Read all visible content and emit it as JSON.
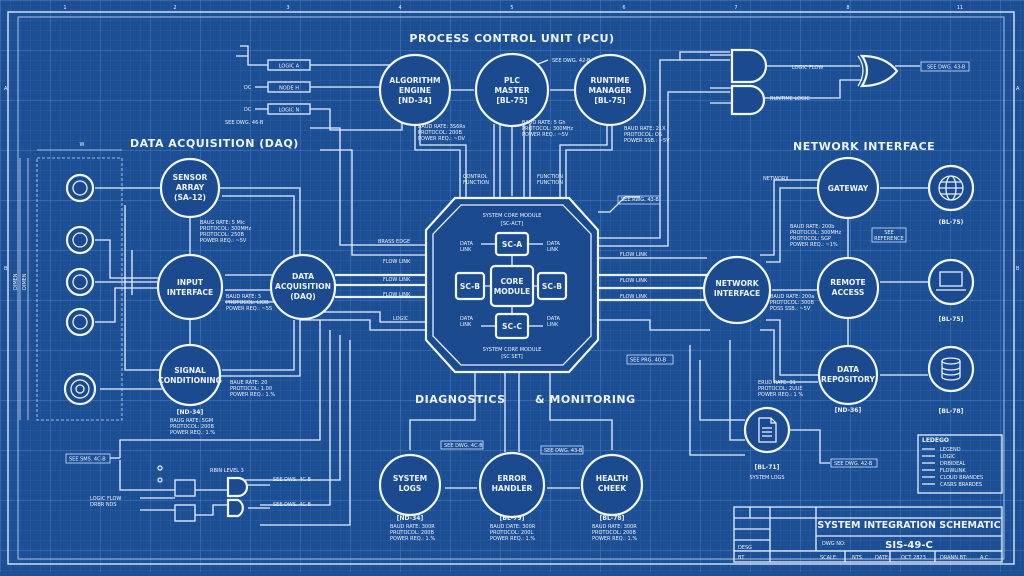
{
  "title": "PROCESS CONTROL UNIT (PCU)",
  "sections": {
    "daq": "DATA ACQUISITION (DAQ)",
    "network": "NETWORK INTERFACE",
    "diag1": "DIAGNOSTICS",
    "diag2": "& MONITORING"
  },
  "grid_numbers": [
    "1",
    "2",
    "3",
    "4",
    "5",
    "6",
    "7",
    "8",
    "11"
  ],
  "grid_letters": [
    "A",
    "B"
  ],
  "pcu_nodes": [
    {
      "lines": [
        "ALGORITHM",
        "ENGINE",
        "[ND-34]"
      ]
    },
    {
      "lines": [
        "PLC",
        "MASTER",
        "[BL-75]"
      ]
    },
    {
      "lines": [
        "RUNTIME",
        "MANAGER",
        "[BL-75]"
      ]
    }
  ],
  "pcu_specs": [
    [
      "BAUD RATE: 3S6Rs",
      "PROTOCOL: 200B",
      "POWER REQ.: ~DV"
    ],
    [
      "BAUD RATE: 5 Gh",
      "PROTOCOL: 300MHz",
      "POWER REQ.: ~5V"
    ],
    [
      "BAUD RATE: 21X",
      "PROTOCOL: OS",
      "POWER SSB.: ~5V"
    ]
  ],
  "see_plc": "SEE DWG. 42-B",
  "daq_nodes": {
    "sensor": [
      "SENSOR",
      "ARRAY",
      "(SA-12)"
    ],
    "input": [
      "INPUT",
      "INTERFACE"
    ],
    "signal": [
      "SIGNAL",
      "CONDITIONING"
    ],
    "daq": [
      "DATA",
      "ACQUISITION",
      "(DAQ)"
    ]
  },
  "daq_specs": {
    "sensor": [
      "BAUG RATE: 5 Mic",
      "PROTOCOL: 300MHz",
      "PROTOCOL: 250B",
      "POWER REQ.: ~5V"
    ],
    "input": [
      "BAUD RATE: 3",
      "PROTOCOL: LIOB",
      "POWER REQ.: ~5S"
    ],
    "signal": [
      "BAUE RATE: 20",
      "PROTOCOL: 1.00",
      "POWER REQ.: 1.%"
    ]
  },
  "signal_tag": "[ND-34]",
  "signal_specs2": [
    "BAUG RATE: 5GM",
    "PROTOCOL: 200B",
    "POWER REQ.: 1.%"
  ],
  "logic_labels": [
    "LOGIC A",
    "NODE H",
    "LOGIC N"
  ],
  "dc_labels": [
    "DC",
    "DC"
  ],
  "see_46b": "SEE DWG. 46-B",
  "dim_w": "W",
  "dim_v1": "DIMEN",
  "dim_v2": "DIMEN",
  "core": {
    "top": "SYSTEM CORE MODULE",
    "top2": "[SC-ACT]",
    "bottom": "SYSTEM CORE MODULE",
    "bottom2": "[SC SET]",
    "center": [
      "CORE",
      "MODULE"
    ],
    "a": "SC-A",
    "b": "SC-B",
    "c": "SC-C",
    "d": "SC-B",
    "data_link": [
      "DATA",
      "LINK"
    ]
  },
  "flows_left": [
    "BRASS EDGE",
    "FLOW LINK",
    "FLOW LINK",
    "FLOW LINK",
    "LOGIC"
  ],
  "flows_right": [
    "FLOW LINK",
    "FLOW LINK",
    "FLOW LINK"
  ],
  "top_flow": [
    "CONTROL",
    "FUNCTION",
    "FUNCTION",
    "FUNCTION"
  ],
  "see_core": "SEE RWG. 43-B",
  "see_dwg48": "SEE DWG. 43-B",
  "logic_flow": "LOGIC FLOW",
  "runtime_logic": "RUNTIME LOGIC",
  "see_top_right": "SEE DWG. 43-B",
  "net_nodes": {
    "gateway": [
      "GATEWAY"
    ],
    "network": [
      "NETWORK",
      "INTERFACE"
    ],
    "remote": [
      "REMOTE",
      "ACCESS"
    ],
    "repo": [
      "DATA",
      "REPOSITORY"
    ]
  },
  "net_tags": {
    "gateway": "(BL-75)",
    "remote": "[BL-75]",
    "repo": "[BL-78]",
    "repo_node": "[ND-36]"
  },
  "networkx": "NETWORX",
  "net_specs": {
    "gateway": [
      "BAUD RATE: 200b",
      "PROTOCOL: 300MHz",
      "PROTOCOL: SGP",
      "POWER REQ.: ~1%"
    ],
    "network": [
      "BAUD RATE: 200a",
      "PROTOCOL: 300B",
      "POSS SSB.: ~5V"
    ],
    "repo": [
      "ERUD RATE: 31",
      "PROTOCOL: 2UUE",
      "POWER REQ.: 1 %"
    ]
  },
  "see_ref": [
    "SEE",
    "REFERENCE"
  ],
  "see_pro": "SEE PRG. 40-B",
  "doc_tag": "[BL-71]",
  "sys_logs_small": "SYSTEM LOGS",
  "see_dwg_small": "SEE DWG. 42-B",
  "diag_nodes": [
    {
      "lines": [
        "SYSTEM",
        "LOGS"
      ],
      "tag": "[ND-34]"
    },
    {
      "lines": [
        "ERROR",
        "HANDLER"
      ],
      "tag": "[BL-79]"
    },
    {
      "lines": [
        "HEALTH",
        "CHEEK"
      ],
      "tag": "[BL-78]"
    }
  ],
  "diag_specs": [
    [
      "BAUD RATE: 300R",
      "PROTOCOL: 200B",
      "POWER REQ.: 1.%"
    ],
    [
      "BAUD DATE: 300R",
      "PROTOCOL: 200L",
      "POWER REQ.: 1.%"
    ],
    [
      "BAUD RATE: 300R",
      "PROTOCOL: 200B",
      "POWER REQ.: 1.%"
    ]
  ],
  "see_diag": [
    "SEE DWG. 4C-B",
    "SEE DWG. 43-B"
  ],
  "see_sms": "SEE SMS. 4C-B",
  "see_dws1": "SEE DWS. 4C-B",
  "see_dws2": "SEE DWS. 4C-B",
  "rbin": "RBIN LEVEL 3",
  "logic_flow_small": [
    "LOGIC FLOW",
    "DRBR NDS"
  ],
  "legend": {
    "title": "LEDEGO",
    "items": [
      "LEGEND",
      "LOGIC",
      "DRBIDEAL",
      "FLOWLINK",
      "CLOUD BRANDES",
      "CASRS BRARDES"
    ]
  },
  "title_block": {
    "name": "SYSTEM INTEGRATION SCHEMATIC",
    "dwg_label": "DWG NO:",
    "dwg_value": "SIS-49-C",
    "scale_label": "SCALE:",
    "scale_value": "NTS",
    "date_label": "DATE:",
    "date_value": "OCT 2823",
    "drawn_label": "DRANN BT:",
    "drawn_value": "A.C.",
    "left_cells": [
      "DESG",
      "BT"
    ]
  },
  "colors": {
    "background": "#1d4f95",
    "line": "#e8f0ff"
  }
}
